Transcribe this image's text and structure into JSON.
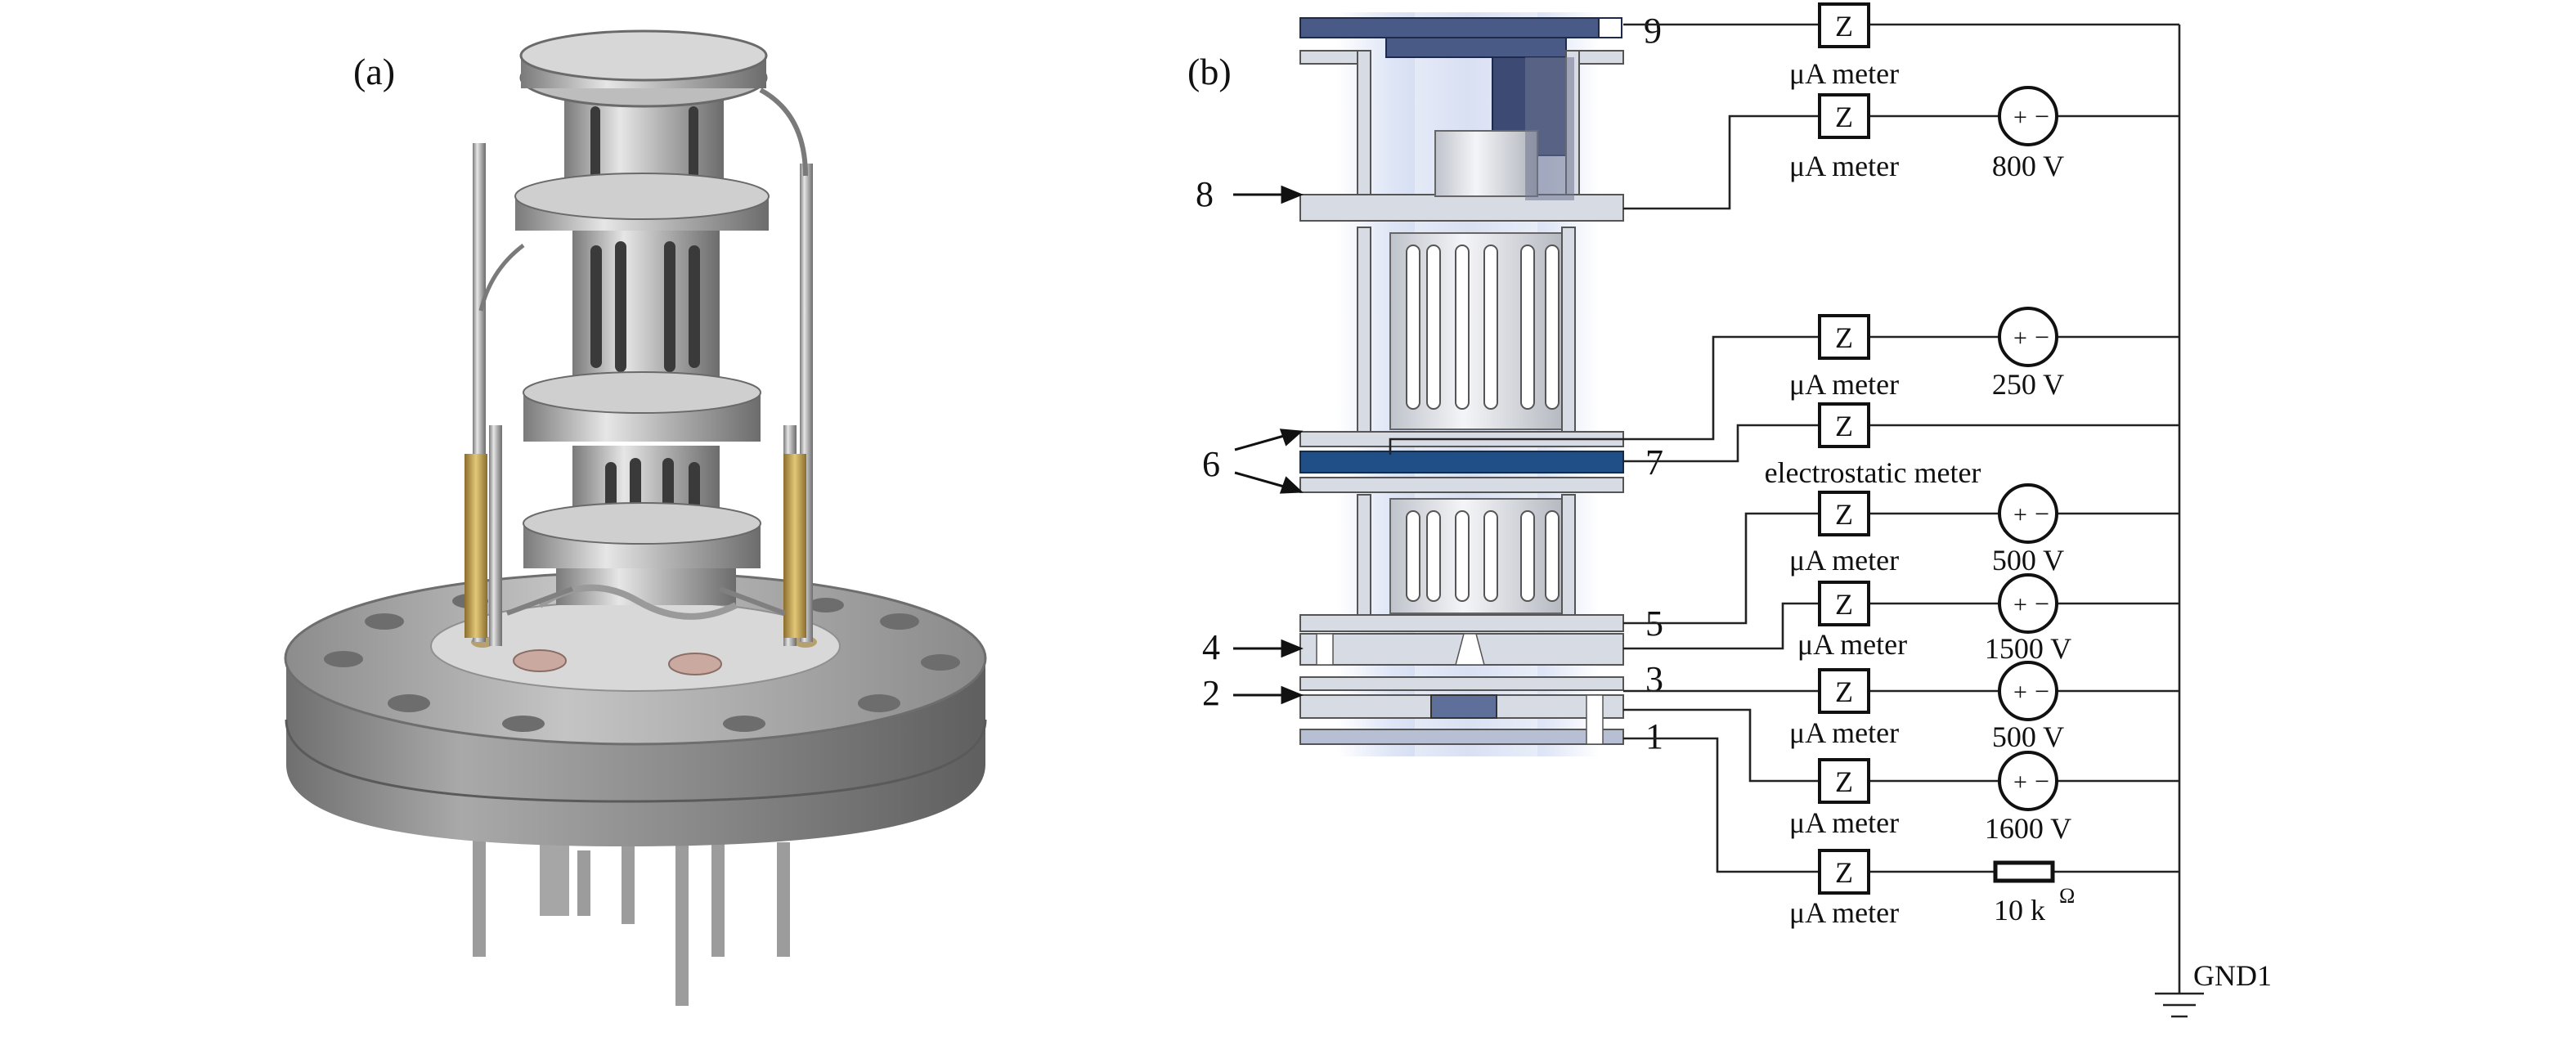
{
  "figure": {
    "panel_a_label": "(a)",
    "panel_b_label": "(b)"
  },
  "diagram": {
    "electrode_numbers": [
      "1",
      "2",
      "3",
      "4",
      "5",
      "6",
      "7",
      "8",
      "9"
    ],
    "impedance_symbol": "Z",
    "ground_label": "GND1",
    "resistor_value": "10 k",
    "resistor_unit": "Ω",
    "branches": [
      {
        "meter": "μA meter",
        "source": ""
      },
      {
        "meter": "μA meter",
        "source": "800 V"
      },
      {
        "meter": "μA meter",
        "source": "250 V"
      },
      {
        "meter": "electrostatic meter",
        "source": ""
      },
      {
        "meter": "μA meter",
        "source": "500 V"
      },
      {
        "meter": "μA meter",
        "source": "1500 V"
      },
      {
        "meter": "μA meter",
        "source": "500 V"
      },
      {
        "meter": "μA meter",
        "source": "1600 V"
      },
      {
        "meter": "μA meter",
        "source": ""
      }
    ]
  },
  "colors": {
    "photo_metal": "#b9b9b9",
    "photo_base": "#8f8f8f",
    "electrode_fill": "#d7dbe3",
    "accent_blue": "#1f4f86",
    "glow": "#c9d3ec"
  }
}
